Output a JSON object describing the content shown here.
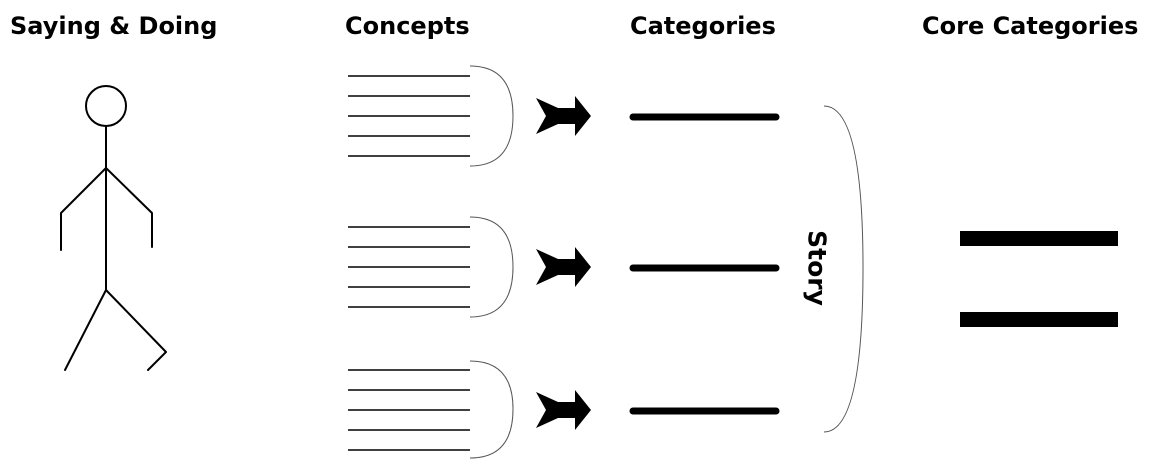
{
  "headings": {
    "saying_doing": "Saying & Doing",
    "concepts": "Concepts",
    "categories": "Categories",
    "core_categories": "Core Categories"
  },
  "story_label": "Story",
  "colors": {
    "ink": "#000000",
    "bracket": "#555555",
    "background": "#ffffff"
  },
  "icons": {
    "person": "stick-figure-icon",
    "arrow": "double-arrow-icon"
  }
}
